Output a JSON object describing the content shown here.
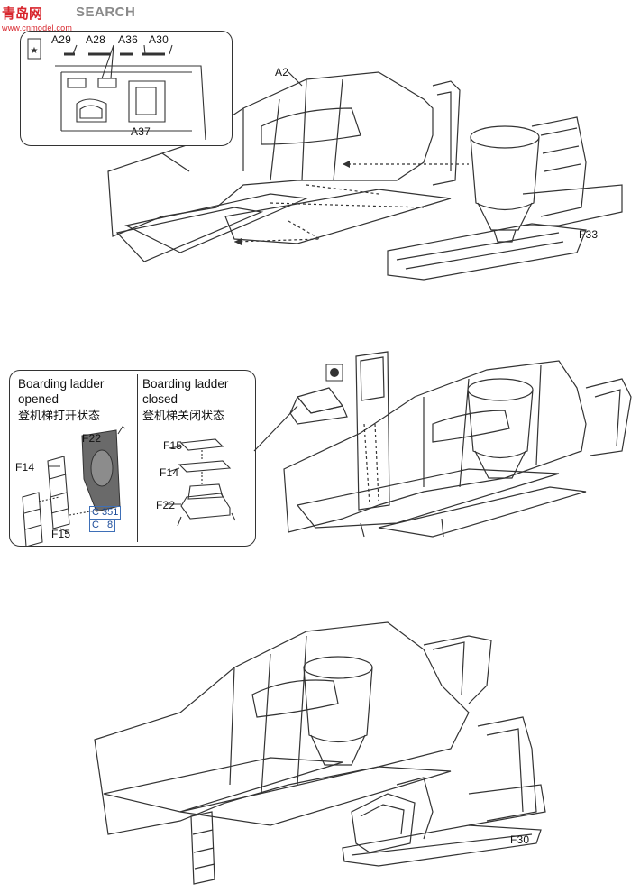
{
  "watermark": {
    "brand_cn": "青岛网",
    "brand_en": "SEARCH",
    "site": "www.cnmodel.com",
    "colors": {
      "brand": "#d8262d",
      "grey": "#8a8a8a"
    }
  },
  "step1": {
    "inset_labels": [
      "A29",
      "A28",
      "A36",
      "A30",
      "A37"
    ],
    "labels": {
      "a2": "A2",
      "f33": "F33"
    }
  },
  "step2": {
    "opened": {
      "title_en_1": "Boarding ladder",
      "title_en_2": "opened",
      "title_cn": "登机梯打开状态",
      "parts": {
        "f22": "F22",
        "f14": "F14",
        "f15": "F15"
      },
      "color_refs": [
        {
          "code": "C",
          "num": "351"
        },
        {
          "code": "C",
          "num": "8"
        }
      ]
    },
    "closed": {
      "title_en_1": "Boarding ladder",
      "title_en_2": "closed",
      "title_cn": "登机梯关闭状态",
      "parts": {
        "f15": "F15",
        "f14": "F14",
        "f22": "F22"
      }
    }
  },
  "step3": {
    "labels": {
      "f30": "F30"
    }
  },
  "colors": {
    "line": "#333333",
    "accent_blue": "#3e6fb7",
    "grey_part": "#6a6a6a"
  }
}
